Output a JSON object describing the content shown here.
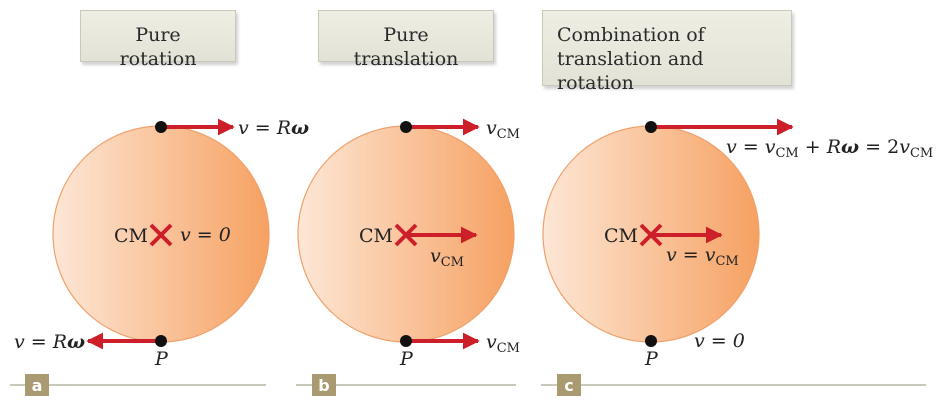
{
  "panels": [
    {
      "title": "Pure rotation",
      "letter": "a",
      "cm_label": "CM",
      "center_velocity": "v = 0",
      "bottom_point_label": "P"
    },
    {
      "title": "Pure translation",
      "letter": "b",
      "cm_label": "CM",
      "bottom_point_label": "P"
    },
    {
      "title_line1": "Combination of",
      "title_line2": "translation and rotation",
      "letter": "c",
      "cm_label": "CM",
      "bottom_velocity": "v = 0",
      "bottom_point_label": "P"
    }
  ],
  "colors": {
    "arrow": "#cc1f2a",
    "disk_light": "#fde3cf",
    "disk_dark": "#f6a162",
    "tag": "#a99a72",
    "rule": "#c9c9bb"
  }
}
